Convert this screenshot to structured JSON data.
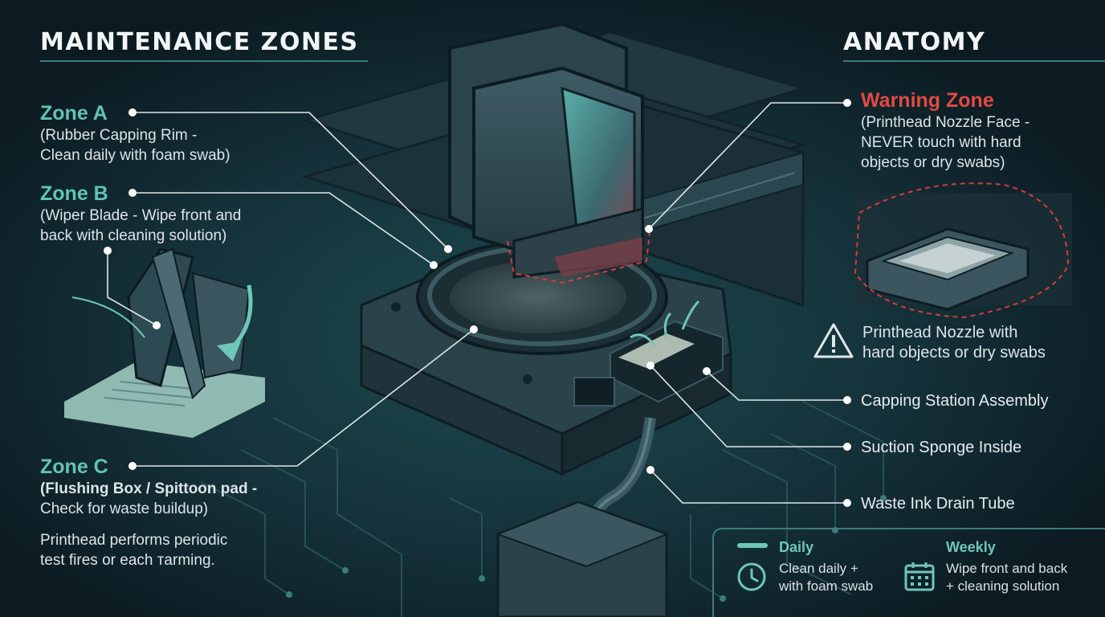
{
  "left_panel": {
    "heading": "MAINTENANCE ZONES",
    "zones": [
      {
        "title": "Zone A",
        "description": [
          "(Rubber Capping Rim -",
          "Clean daily with foam swab)"
        ]
      },
      {
        "title": "Zone B",
        "description": [
          "(Wiper Blade - Wipe front and",
          "back with cleaning solution)"
        ]
      },
      {
        "title": "Zone C",
        "description": [
          "(Flushing Box / Spittoon pad -",
          "Check for waste buildup)"
        ]
      }
    ],
    "note": [
      "Printhead performs periodic",
      "test fires or each ᴛarming."
    ]
  },
  "right_panel": {
    "heading": "ANATOMY",
    "warning_zone": {
      "title": "Warning Zone",
      "description": [
        "(Printhead Nozzle Face -",
        "NEVER touch with hard",
        "objects or dry swabs)"
      ]
    },
    "alert": {
      "icon": "warning-triangle-icon",
      "text": [
        "Printhead Nozzle with",
        "hard objects  or dry swabs"
      ]
    },
    "callouts": [
      "Capping Station Assembly",
      "Suction Sponge Inside",
      "Waste Ink Drain Tube"
    ]
  },
  "schedule": {
    "daily": {
      "label": "Daily",
      "icon": "clock-icon",
      "text": [
        "Clean daily +",
        "with foam swab"
      ]
    },
    "weekly": {
      "label": "Weekly",
      "icon": "calendar-icon",
      "text": [
        "Wipe front and back",
        "+ cleaning solution"
      ]
    }
  },
  "colors": {
    "background": "#0f2028",
    "accent_teal": "#62c3b6",
    "warning_red": "#e14a44",
    "text": "#e6ecee"
  }
}
